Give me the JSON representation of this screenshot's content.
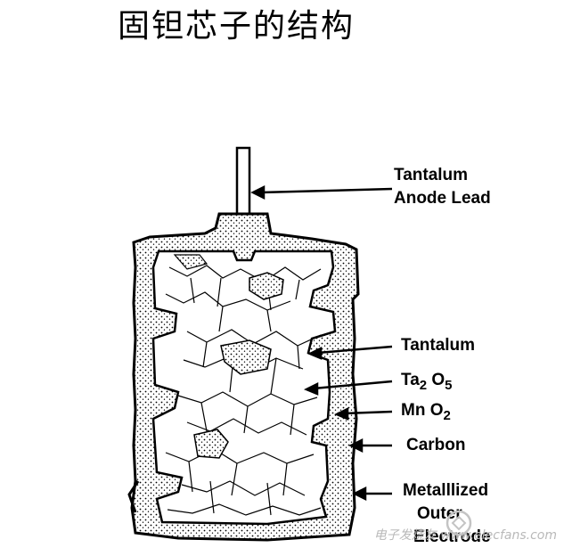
{
  "title": "固钽芯子的结构",
  "labels": {
    "anode_lead_1": "Tantalum",
    "anode_lead_2": "Anode Lead",
    "tantalum": "Tantalum",
    "ta2o5_a": "Ta",
    "ta2o5_b": "2",
    "ta2o5_c": "O",
    "ta2o5_d": "5",
    "mno2_a": "Mn",
    "mno2_b": "O",
    "mno2_c": "2",
    "carbon": "Carbon",
    "outer_1": "Metalllized",
    "outer_2": "Outer",
    "outer_3": "Electrode"
  },
  "watermark": "电子发烧友 www.elecfans.com"
}
